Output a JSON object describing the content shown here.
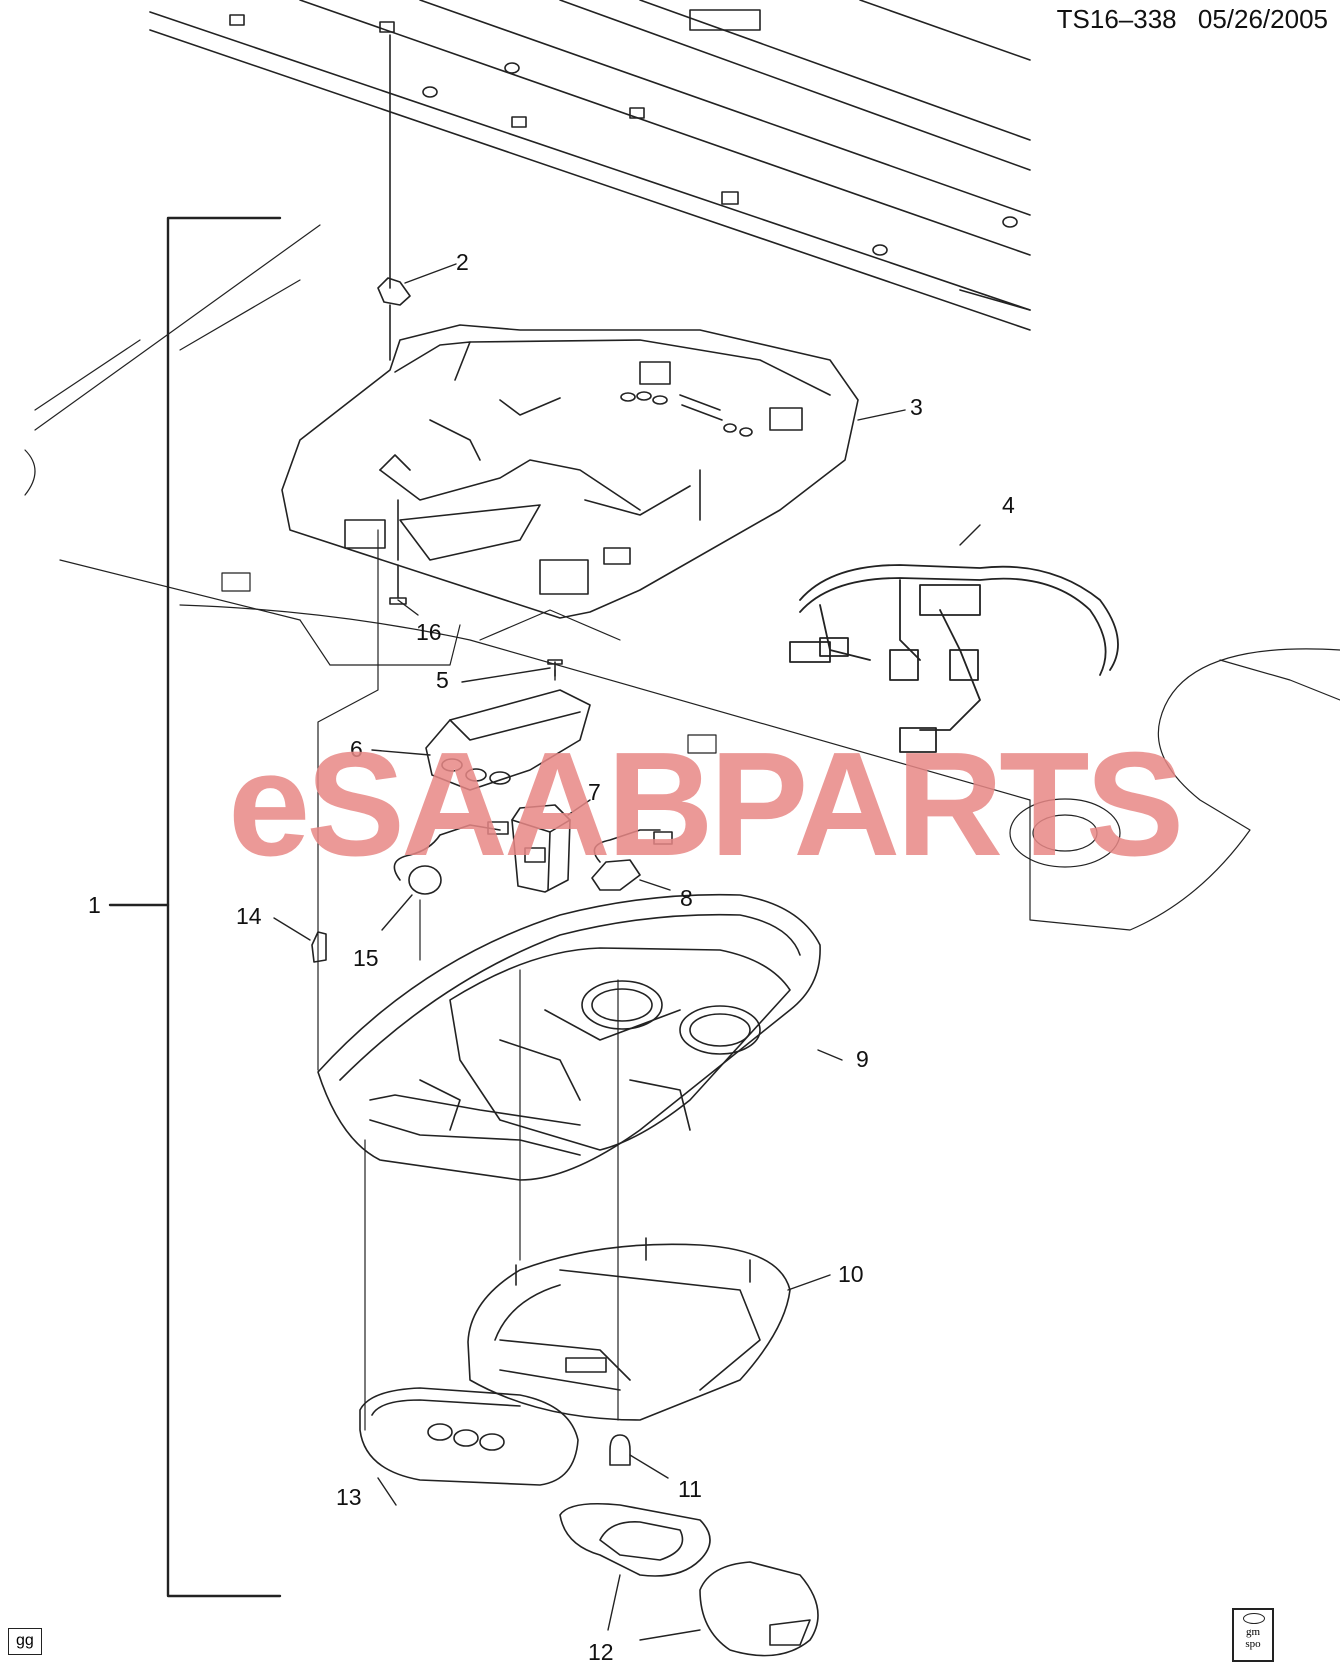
{
  "header": {
    "code": "TS16–338",
    "date": "05/26/2005"
  },
  "watermark": {
    "text": "eSAABPARTS",
    "color": "#e88886"
  },
  "callouts": [
    "1",
    "2",
    "3",
    "4",
    "5",
    "6",
    "7",
    "8",
    "9",
    "10",
    "11",
    "12",
    "13",
    "14",
    "15",
    "16"
  ],
  "footer": {
    "tag": "gg",
    "stamp_lines": [
      "gm",
      "spo"
    ]
  }
}
